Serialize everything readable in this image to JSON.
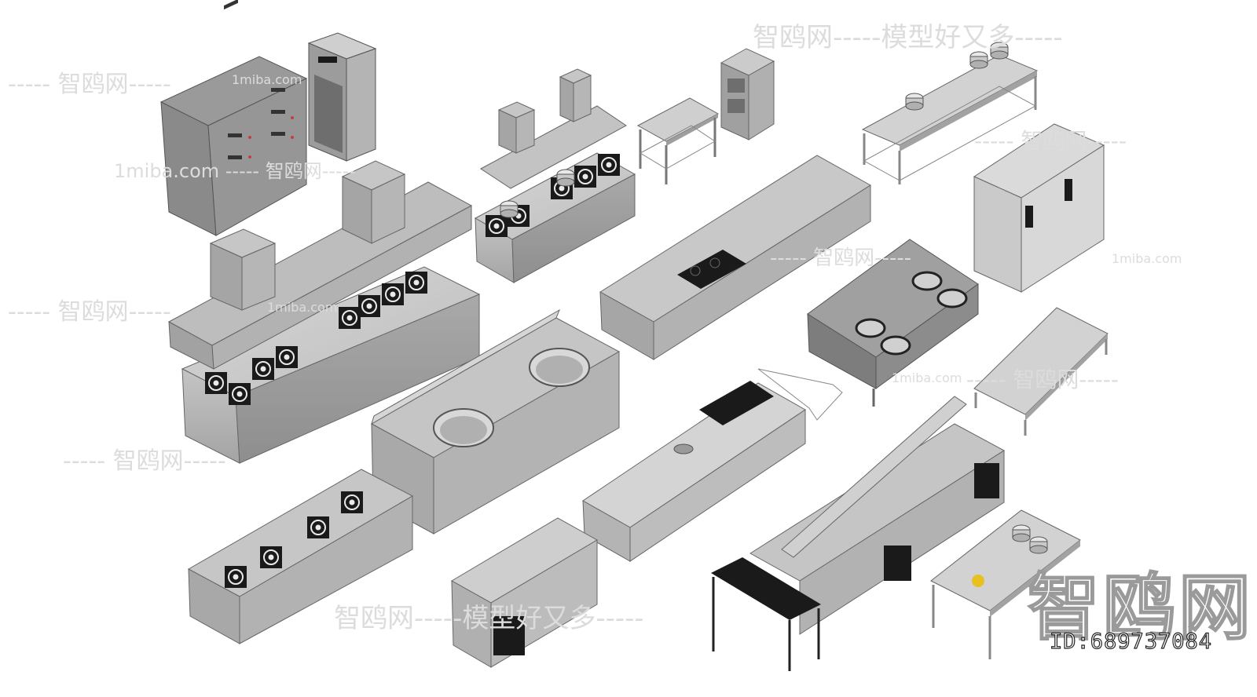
{
  "watermarks": {
    "slogan_full": "智鸥网-----模型好又多-----",
    "slogan_short": "----- 智鸥网-----",
    "site": "1miba.com",
    "site_dashes": "1miba.com ----- 智鸥网-----",
    "brand_big": "智鸥网",
    "id_label": "ID:689737084"
  },
  "colors": {
    "steel_light": "#d2d2d2",
    "steel_mid": "#a8a8a8",
    "steel_dark": "#7a7a7a",
    "burner": "#1a1a1a",
    "accent_yellow": "#e8c020"
  }
}
